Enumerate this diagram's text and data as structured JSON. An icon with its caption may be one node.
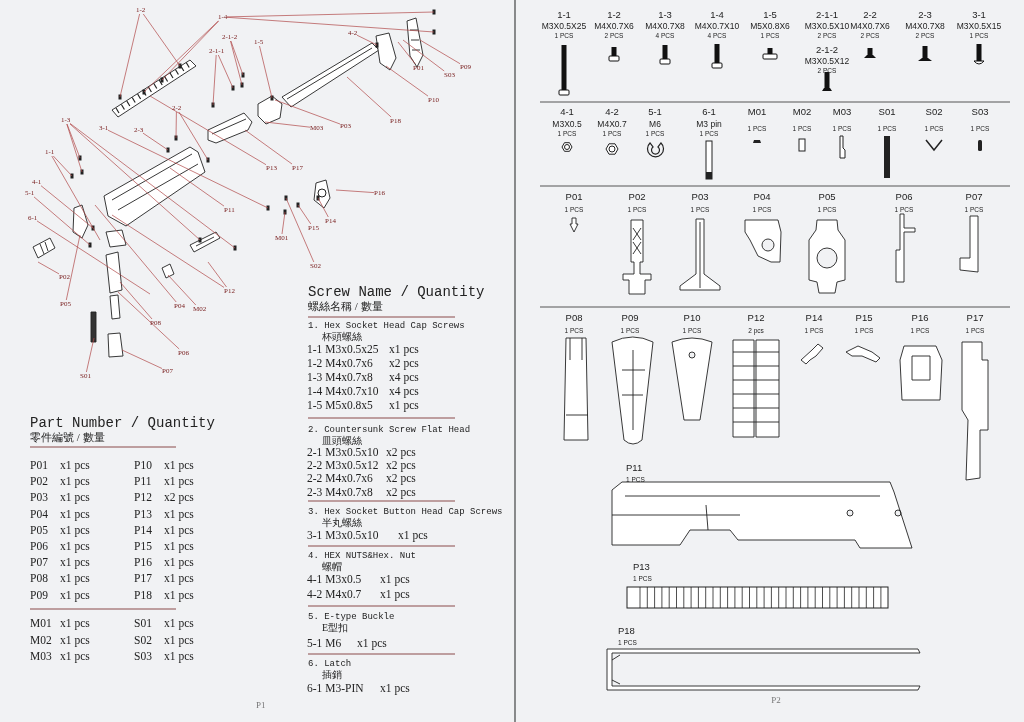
{
  "diagram": {
    "nodes": [
      {
        "text": [
          "1-2"
        ]
      },
      {
        "text": [
          "1-4"
        ]
      },
      {
        "text": [
          "2-1-2"
        ]
      },
      {
        "text": [
          "2-1-1"
        ]
      },
      {
        "text": [
          "1-5"
        ]
      },
      {
        "text": [
          "4-2"
        ]
      },
      {
        "text": [
          "P01"
        ]
      },
      {
        "text": [
          "S03"
        ]
      },
      {
        "text": [
          "P09"
        ]
      },
      {
        "text": [
          "P10"
        ]
      },
      {
        "text": [
          "P18"
        ]
      },
      {
        "text": [
          "M03"
        ]
      },
      {
        "text": [
          "P03"
        ]
      },
      {
        "text": [
          "2-2"
        ]
      },
      {
        "text": [
          "1-3"
        ]
      },
      {
        "text": [
          "3-1"
        ]
      },
      {
        "text": [
          "2-3"
        ]
      },
      {
        "text": [
          "1-1"
        ]
      },
      {
        "text": [
          "P13"
        ]
      },
      {
        "text": [
          "P17"
        ]
      },
      {
        "text": [
          "P16"
        ]
      },
      {
        "text": [
          "4-1"
        ]
      },
      {
        "text": [
          "5-1"
        ]
      },
      {
        "text": [
          "P11"
        ]
      },
      {
        "text": [
          "P14"
        ]
      },
      {
        "text": [
          "P15"
        ]
      },
      {
        "text": [
          "6-1"
        ]
      },
      {
        "text": [
          "M01"
        ]
      },
      {
        "text": [
          "S02"
        ]
      },
      {
        "text": [
          "P02"
        ]
      },
      {
        "text": [
          "P12"
        ]
      },
      {
        "text": [
          "P05"
        ]
      },
      {
        "text": [
          "P04"
        ]
      },
      {
        "text": [
          "M02"
        ]
      },
      {
        "text": [
          "P08"
        ]
      },
      {
        "text": [
          "P06"
        ]
      },
      {
        "text": [
          "S01"
        ]
      },
      {
        "text": [
          "P07"
        ]
      }
    ],
    "edges": [
      {
        "from": 0,
        "to": null,
        "arrow": "none"
      },
      {
        "from": 0,
        "to": null,
        "arrow": "none"
      },
      {
        "from": 1,
        "to": null,
        "arrow": "none"
      },
      {
        "from": 1,
        "to": null,
        "arrow": "none"
      },
      {
        "from": 1,
        "to": null,
        "arrow": "none"
      },
      {
        "from": 1,
        "to": null,
        "arrow": "none"
      },
      {
        "from": 2,
        "to": null,
        "arrow": "none"
      },
      {
        "from": 2,
        "to": null,
        "arrow": "none"
      },
      {
        "from": 3,
        "to": null,
        "arrow": "none"
      },
      {
        "from": 3,
        "to": null,
        "arrow": "none"
      },
      {
        "from": 4,
        "to": null,
        "arrow": "none"
      },
      {
        "from": 5,
        "to": null,
        "arrow": "none"
      },
      {
        "from": 6,
        "to": null,
        "arrow": "none"
      },
      {
        "from": 7,
        "to": null,
        "arrow": "none"
      },
      {
        "from": 8,
        "to": null,
        "arrow": "none"
      },
      {
        "from": 9,
        "to": null,
        "arrow": "none"
      },
      {
        "from": 10,
        "to": null,
        "arrow": "none"
      },
      {
        "from": 11,
        "to": null,
        "arrow": "none"
      },
      {
        "from": 12,
        "to": null,
        "arrow": "none"
      },
      {
        "from": 13,
        "to": null,
        "arrow": "none"
      },
      {
        "from": 13,
        "to": null,
        "arrow": "none"
      },
      {
        "from": 14,
        "to": null,
        "arrow": "none"
      },
      {
        "from": 14,
        "to": null,
        "arrow": "none"
      },
      {
        "from": 14,
        "to": null,
        "arrow": "none"
      },
      {
        "from": 14,
        "to": null,
        "arrow": "none"
      },
      {
        "from": 15,
        "to": null,
        "arrow": "none"
      },
      {
        "from": 16,
        "to": null,
        "arrow": "none"
      },
      {
        "from": 17,
        "to": null,
        "arrow": "none"
      },
      {
        "from": 17,
        "to": null,
        "arrow": "none"
      },
      {
        "from": 18,
        "to": null,
        "arrow": "none"
      },
      {
        "from": 19,
        "to": null,
        "arrow": "none"
      },
      {
        "from": 20,
        "to": null,
        "arrow": "none"
      },
      {
        "from": 21,
        "to": null,
        "arrow": "none"
      },
      {
        "from": 22,
        "to": null,
        "arrow": "none"
      },
      {
        "from": 23,
        "to": null,
        "arrow": "none"
      },
      {
        "from": 24,
        "to": null,
        "arrow": "none"
      },
      {
        "from": 25,
        "to": null,
        "arrow": "none"
      },
      {
        "from": 26,
        "to": null,
        "arrow": "none"
      },
      {
        "from": 27,
        "to": null,
        "arrow": "none"
      },
      {
        "from": 28,
        "to": null,
        "arrow": "none"
      },
      {
        "from": 29,
        "to": null,
        "arrow": "none"
      },
      {
        "from": 30,
        "to": null,
        "arrow": "none"
      },
      {
        "from": 30,
        "to": null,
        "arrow": "none"
      },
      {
        "from": 31,
        "to": null,
        "arrow": "none"
      },
      {
        "from": 32,
        "to": null,
        "arrow": "none"
      },
      {
        "from": 33,
        "to": null,
        "arrow": "none"
      },
      {
        "from": 34,
        "to": null,
        "arrow": "none"
      },
      {
        "from": 35,
        "to": null,
        "arrow": "none"
      },
      {
        "from": 36,
        "to": null,
        "arrow": "none"
      },
      {
        "from": 37,
        "to": null,
        "arrow": "none"
      }
    ],
    "labels": [
      "Part Number / Quantity",
      "零件編號 / 數量",
      "P01",
      "x1 pcs",
      "P10",
      "x1 pcs",
      "P02",
      "x1 pcs",
      "P11",
      "x1 pcs",
      "P03",
      "x1 pcs",
      "P12",
      "x2 pcs",
      "P04",
      "x1 pcs",
      "P13",
      "x1 pcs",
      "P05",
      "x1 pcs",
      "P14",
      "x1 pcs",
      "P06",
      "x1 pcs",
      "P15",
      "x1 pcs",
      "P07",
      "x1 pcs",
      "P16",
      "x1 pcs",
      "P08",
      "x1 pcs",
      "P17",
      "x1 pcs",
      "P09",
      "x1 pcs",
      "P18",
      "x1 pcs",
      "M01",
      "x1 pcs",
      "S01",
      "x1 pcs",
      "M02",
      "x1 pcs",
      "S02",
      "x1 pcs",
      "M03",
      "x1 pcs",
      "S03",
      "x1 pcs",
      "Screw Name / Quantity",
      "螺絲名稱 / 數量",
      "1. Hex Socket Head Cap Screws",
      "杯頭螺絲",
      "1-1 M3x0.5x25",
      "x1 pcs",
      "1-2 M4x0.7x6",
      "x2 pcs",
      "1-3 M4x0.7x8",
      "x4 pcs",
      "1-4 M4x0.7x10",
      "x4 pcs",
      "1-5 M5x0.8x5",
      "x1 pcs",
      "2. Countersunk Screw Flat Head",
      "皿頭螺絲",
      "2-1 M3x0.5x10",
      "x2 pcs",
      "2-2 M3x0.5x12",
      "x2 pcs",
      "2-2 M4x0.7x6",
      "x2 pcs",
      "2-3 M4x0.7x8",
      "x2 pcs",
      "3. Hex Socket Button Head Cap Screws",
      "半丸螺絲",
      "3-1 M3x0.5x10",
      "x1 pcs",
      "4. HEX NUTS&Hex. Nut",
      "螺帽",
      "4-1 M3x0.5",
      "x1 pcs",
      "4-2 M4x0.7",
      "x1 pcs",
      "5. E-type Buckle",
      "E型扣",
      "5-1 M6",
      "x1 pcs",
      "6. Latch",
      "插銷",
      "6-1 M3-PIN",
      "x1 pcs",
      "P1",
      "1-1",
      "M3X0.5X25",
      "1 PCS",
      "1-2",
      "M4X0.7X6",
      "2 PCS",
      "1-3",
      "M4X0.7X8",
      "4 PCS",
      "1-4",
      "M4X0.7X10",
      "4 PCS",
      "1-5",
      "M5X0.8X6",
      "1 PCS",
      "2-1-1",
      "M3X0.5X10",
      "2 PCS",
      "2-1-2",
      "M3X0.5X12",
      "2 PCS",
      "2-2",
      "M4X0.7X6",
      "2 PCS",
      "2-3",
      "M4X0.7X8",
      "2 PCS",
      "3-1",
      "M3X0.5X15",
      "1 PCS",
      "4-1",
      "M3X0.5",
      "1 PCS",
      "4-2",
      "M4X0.7",
      "1 PCS",
      "5-1",
      "M6",
      "1 PCS",
      "6-1",
      "M3 pin",
      "1 PCS",
      "M01",
      "1 PCS",
      "M02",
      "1 PCS",
      "M03",
      "1 PCS",
      "S01",
      "1 PCS",
      "S02",
      "1 PCS",
      "S03",
      "1 PCS",
      "P01",
      "1 PCS",
      "P02",
      "1 PCS",
      "P03",
      "1 PCS",
      "P04",
      "1 PCS",
      "P05",
      "1 PCS",
      "P06",
      "1 PCS",
      "P07",
      "1 PCS",
      "P08",
      "1 PCS",
      "P09",
      "1 PCS",
      "P10",
      "1 PCS",
      "P12",
      "2 pcs",
      "P14",
      "1 PCS",
      "P15",
      "1 PCS",
      "P16",
      "1 PCS",
      "P17",
      "1 PCS",
      "P11",
      "1 PCS",
      "P13",
      "1 PCS",
      "P18",
      "1 PCS",
      "P2"
    ]
  }
}
